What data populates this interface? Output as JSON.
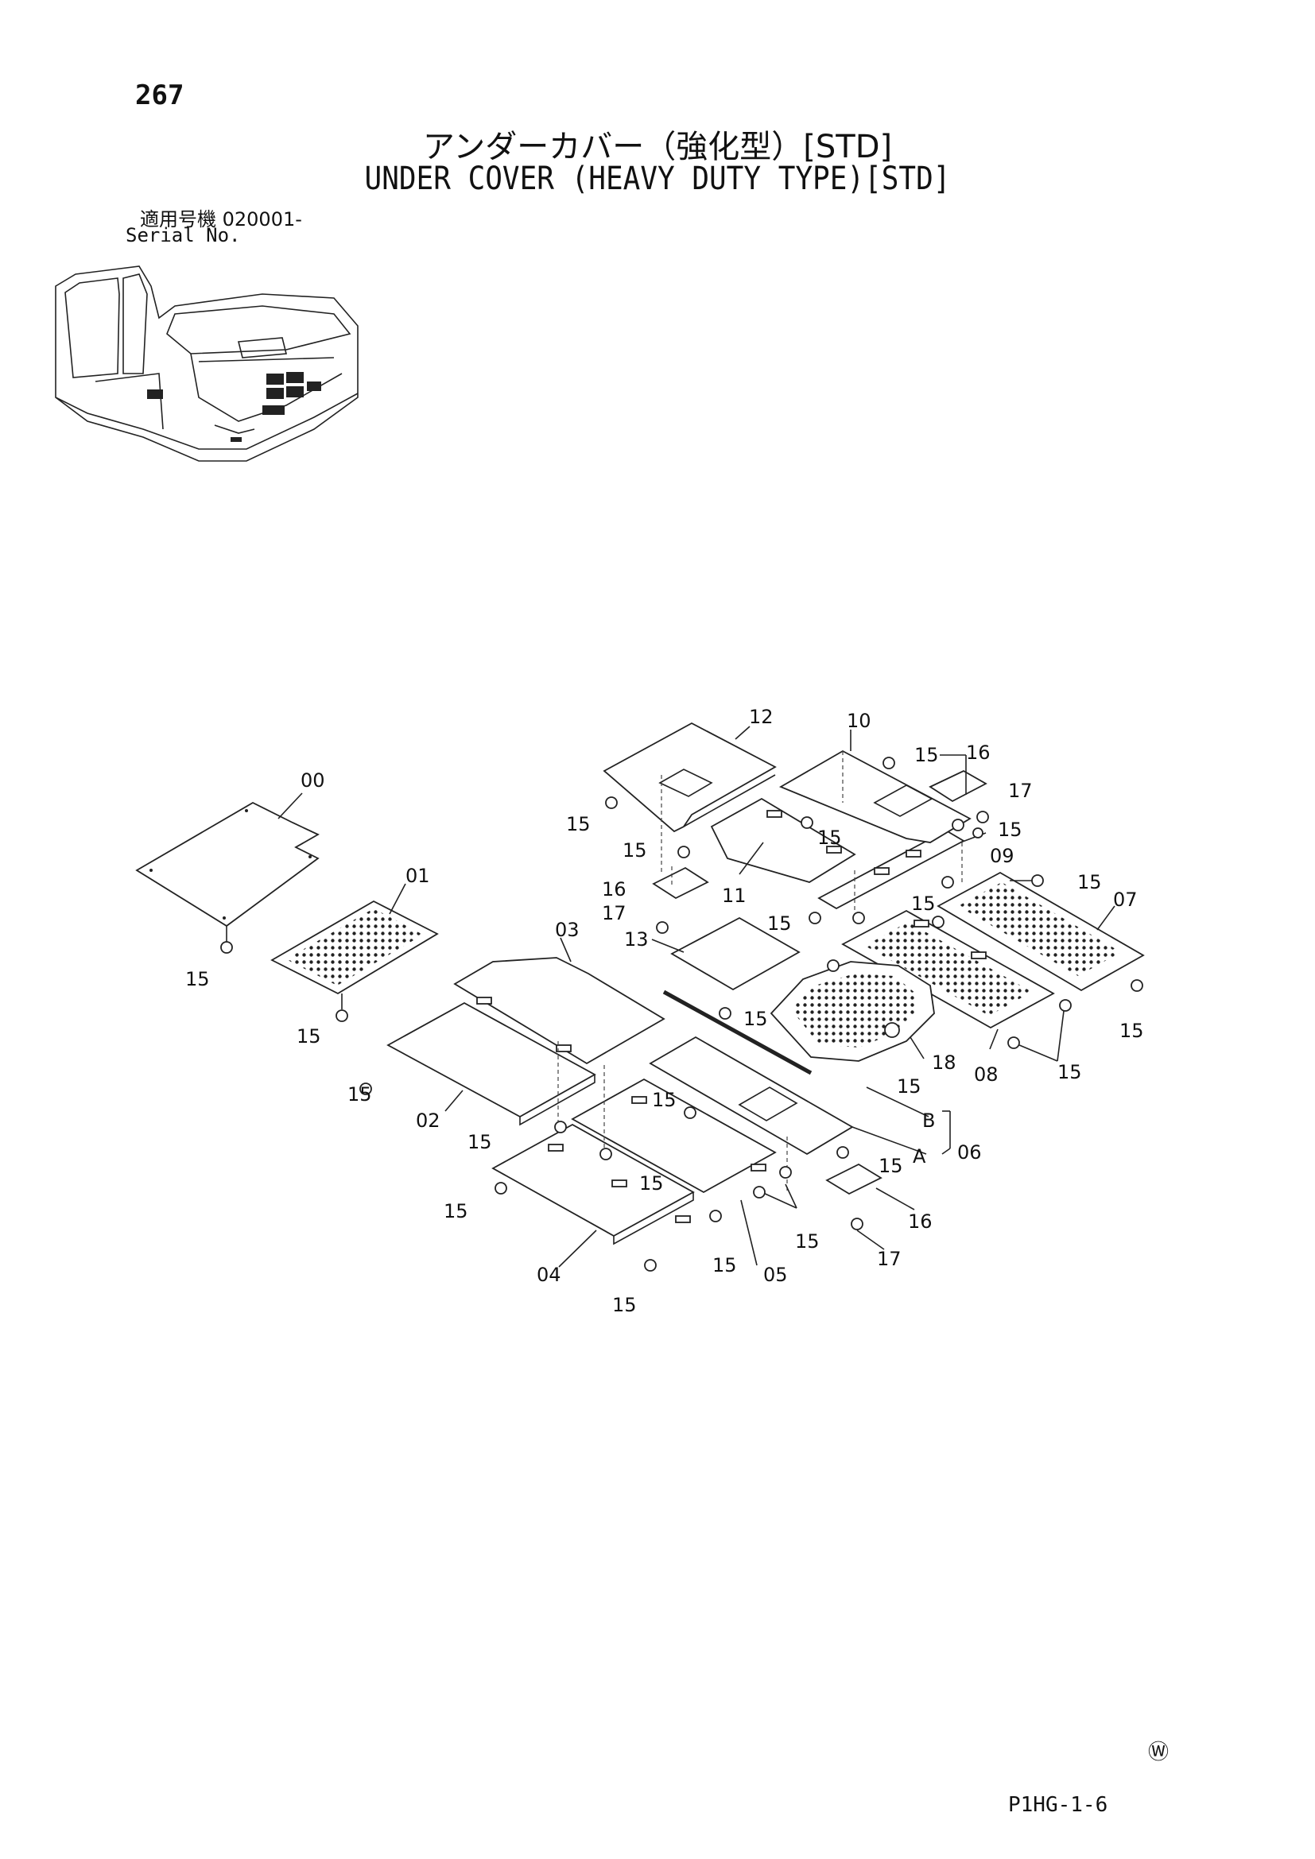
{
  "header": {
    "page_number": "267",
    "title_jp": "アンダーカバー（強化型）[STD]",
    "title_en": "UNDER COVER (HEAVY DUTY TYPE)[STD]",
    "serial_jp": "適用号機  020001-",
    "serial_en": "Serial No."
  },
  "footer": {
    "mark": "Ⓦ",
    "code": "P1HG-1-6"
  },
  "callouts": [
    "00",
    "01",
    "02",
    "03",
    "04",
    "05",
    "06",
    "07",
    "08",
    "09",
    "10",
    "11",
    "12",
    "13",
    "15",
    "16",
    "17",
    "18",
    "A",
    "B"
  ]
}
